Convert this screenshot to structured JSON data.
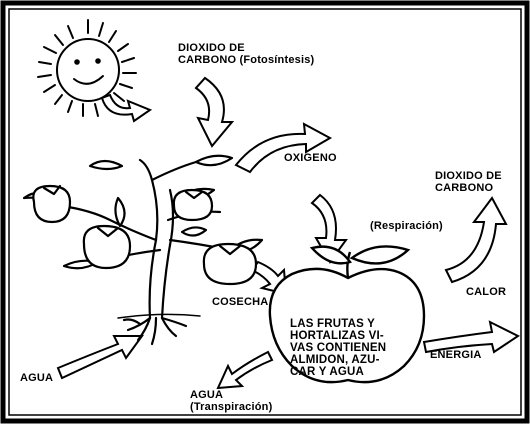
{
  "diagram": {
    "labels": {
      "co2_photosynthesis": "DIOXIDO DE\nCARBONO (Fotosíntesis)",
      "oxygen": "OXIGENO",
      "co2_out": "DIOXIDO DE\nCARBONO",
      "respiration": "(Respiración)",
      "harvest": "COSECHA",
      "heat": "CALOR",
      "energy": "ENERGIA",
      "apple_text": "LAS FRUTAS Y\nHORTALIZAS VI-\nVAS CONTIENEN\nALMIDON, AZU-\nCAR Y AGUA",
      "water_in": "AGUA",
      "water_out": "AGUA\n(Transpiración)"
    }
  }
}
